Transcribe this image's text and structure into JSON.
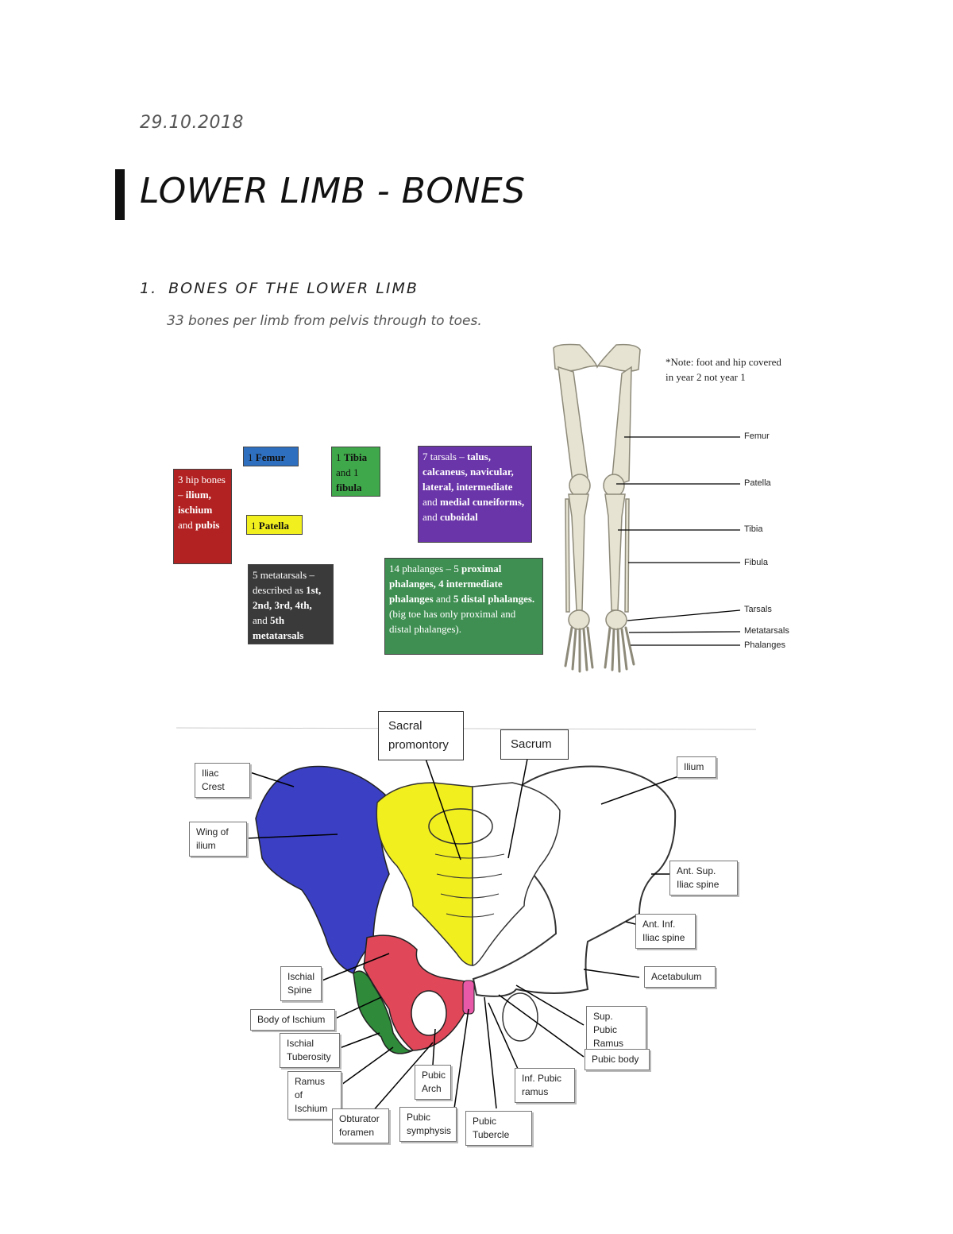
{
  "document": {
    "date": "29.10.2018",
    "title": "LOWER LIMB - BONES",
    "section_number": "1.",
    "section_title": "BONES OF THE LOWER LIMB",
    "subtitle": "33 bones per limb from pelvis through to toes."
  },
  "bone_boxes": {
    "hip": {
      "p1": "3 hip bones – ",
      "b1": "ilium, ischium",
      "p2": " and ",
      "b2": "pubis",
      "color": "#b22222"
    },
    "femur": {
      "p1": "1 ",
      "b1": "Femur",
      "color": "#2f6fbf"
    },
    "patella": {
      "p1": "1 ",
      "b1": "Patella",
      "color": "#f2ef1f"
    },
    "tibia": {
      "p1": "1 ",
      "b1": "Tibia",
      "p2": " and 1 ",
      "b2": "fibula",
      "color": "#3fa84a"
    },
    "tarsals": {
      "p1": "7 tarsals – ",
      "b1": "talus, calcaneus, navicular, lateral, intermediate",
      "p2": " and ",
      "b2": "medial cuneiforms,",
      "p3": " and ",
      "b3": "cuboidal",
      "color": "#6a35a8"
    },
    "metatarsals": {
      "p1": "5 metatarsals – described as ",
      "b1": "1st, 2nd, 3rd, 4th,",
      "p2": " and ",
      "b2": "5th metatarsals",
      "color": "#3a3a3a"
    },
    "phalanges": {
      "p1": "14 phalanges – 5 ",
      "b1": "proximal phalanges, 4 intermediate phalanges",
      "p2": " and ",
      "b2": "5 distal phalanges.",
      "p3": " (big toe has only proximal and distal phalanges).",
      "color": "#3f8f52"
    }
  },
  "leg_diagram": {
    "note": "*Note: foot and hip covered in year 2 not year 1",
    "labels": [
      "Femur",
      "Patella",
      "Tibia",
      "Fibula",
      "Tarsals",
      "Metatarsals",
      "Phalanges"
    ]
  },
  "pelvis_diagram": {
    "labels": {
      "sacral_promontory": "Sacral promontory",
      "sacrum": "Sacrum",
      "iliac_crest": "Iliac Crest",
      "ilium": "Ilium",
      "wing_of_ilium": "Wing of ilium",
      "ant_sup_iliac_spine": "Ant. Sup. Iliac spine",
      "ant_inf_iliac_spine": "Ant. Inf. Iliac spine",
      "acetabulum": "Acetabulum",
      "ischial_spine": "Ischial Spine",
      "body_of_ischium": "Body of Ischium",
      "ischial_tuberosity": "Ischial Tuberosity",
      "ramus_of_ischium": "Ramus of Ischium",
      "sup_pubic_ramus": "Sup. Pubic Ramus",
      "pubic_body": "Pubic body",
      "inf_pubic_ramus": "Inf. Pubic ramus",
      "pubic_arch": "Pubic Arch",
      "obturator_foramen": "Obturator foramen",
      "pubic_symphysis": "Pubic symphysis",
      "pubic_tubercle": "Pubic Tubercle"
    },
    "colors": {
      "ilium": "#3a3fc4",
      "sacrum": "#f2ef1f",
      "pubis": "#e0485a",
      "ischium": "#2f8a3a"
    }
  }
}
